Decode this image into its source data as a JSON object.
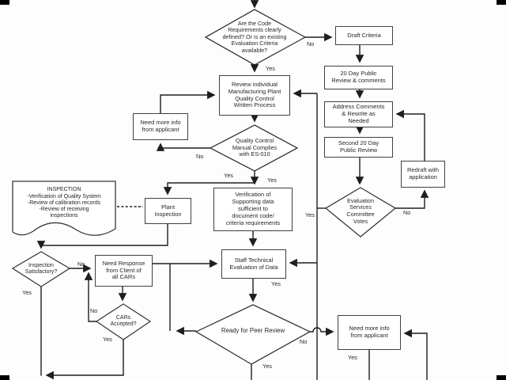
{
  "diagram": {
    "kind": "flowchart",
    "ink_color": "#1e1e1e",
    "box_border_color": "#414141",
    "background_color": "#fdfdfd"
  },
  "nodes": {
    "code_question": {
      "type": "decision",
      "text": "Are the Code\nRequirements clearly\ndefined? Or is an existing\nEvaluation Criteria\navailable?"
    },
    "draft_criteria": {
      "type": "process",
      "text": "Draft Criteria"
    },
    "public_review_20": {
      "type": "process",
      "text": "20 Day Public\nReview & comments"
    },
    "address_comments": {
      "type": "process",
      "text": "Address Comments\n& Rewrite as\nNeeded"
    },
    "second_review": {
      "type": "process",
      "text": "Second 20 Day\nPublic Review"
    },
    "redraft": {
      "type": "process",
      "text": "Redraft with\napplication"
    },
    "committee_votes": {
      "type": "decision",
      "text": "Evaluation\nServices\nCommittee\nVotes"
    },
    "review_plant_qc": {
      "type": "process",
      "text": "Review individual\nManufacturing Plant\nQuality Control\nWritten Process"
    },
    "need_info_top": {
      "type": "process",
      "text": "Need more info\nfrom applicant"
    },
    "qc_manual": {
      "type": "decision",
      "text": "Quality Control\nManual Complies\nwith ES-010"
    },
    "inspection_doc": {
      "type": "document",
      "text": "INSPECTION\n-Verification of Quality System\n-Review of calibration records\n-Review of receiving\ninspections"
    },
    "plant_inspection": {
      "type": "process",
      "text": "Plant\nInspection"
    },
    "verification_data": {
      "type": "process",
      "text": "Verification of\nSupporting data\nsufficient to\ndocument code/\ncriteria requirements"
    },
    "staff_evaluation": {
      "type": "process",
      "text": "Staff Technical\nEvaluation of Data"
    },
    "inspection_satisfactory": {
      "type": "decision",
      "text": "Inspection\nSatisfactory?"
    },
    "need_response_cars": {
      "type": "process",
      "text": "Need Response\nfrom Client of\nall CARs"
    },
    "cars_accepted": {
      "type": "decision",
      "text": "CARs\nAccepted?"
    },
    "ready_peer_review": {
      "type": "decision",
      "text": "Ready for Peer Review"
    },
    "need_info_bottom": {
      "type": "process",
      "text": "Need more info\nfrom applicant"
    }
  },
  "labels": [
    {
      "text": "No"
    },
    {
      "text": "Yes"
    },
    {
      "text": "No"
    },
    {
      "text": "Yes"
    },
    {
      "text": "Yes"
    },
    {
      "text": "Yes"
    },
    {
      "text": "No"
    },
    {
      "text": "No"
    },
    {
      "text": "Yes"
    },
    {
      "text": "No"
    },
    {
      "text": "Yes"
    },
    {
      "text": "Yes"
    },
    {
      "text": "No"
    },
    {
      "text": "Yes"
    },
    {
      "text": "Yes"
    }
  ]
}
